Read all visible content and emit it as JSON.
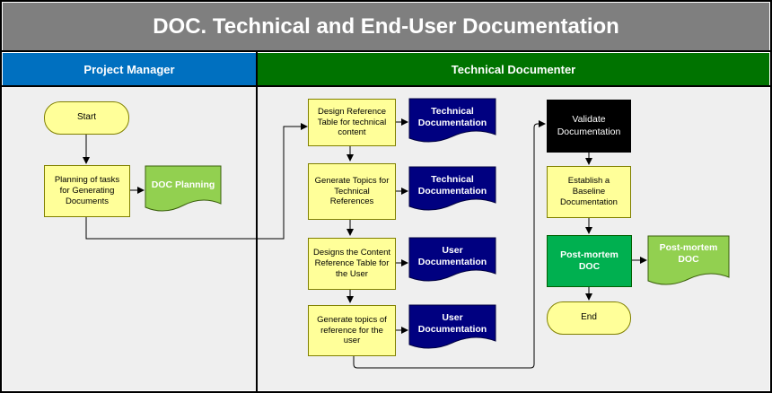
{
  "title": "DOC. Technical and End-User Documentation",
  "lanes": {
    "project_manager": "Project Manager",
    "technical_documenter": "Technical Documenter"
  },
  "nodes": {
    "start": "Start",
    "planning": "Planning of tasks for Generating Documents",
    "doc_planning": "DOC Planning",
    "design_ref_table": "Design  Reference Table for technical content",
    "tech_doc_1": "Technical Documentation",
    "generate_topics_tech": "Generate Topics for Technical References",
    "tech_doc_2": "Technical Documentation",
    "designs_content_ref": "Designs the Content Reference Table for the User",
    "user_doc_1": "User Documentation",
    "generate_topics_user": "Generate topics of reference for the user",
    "user_doc_2": "User Documentation",
    "validate": "Validate Documentation",
    "baseline": "Establish a Baseline Documentation",
    "postmortem": "Post-mortem DOC",
    "postmortem_doc": "Post-mortem DOC",
    "end": "End"
  },
  "colors": {
    "title_bg": "#7f7f7f",
    "pm_header": "#0070c0",
    "td_header": "#007300",
    "process": "#ffff99",
    "doc_green": "#92d050",
    "doc_navy": "#000080",
    "postmortem": "#00b050"
  }
}
